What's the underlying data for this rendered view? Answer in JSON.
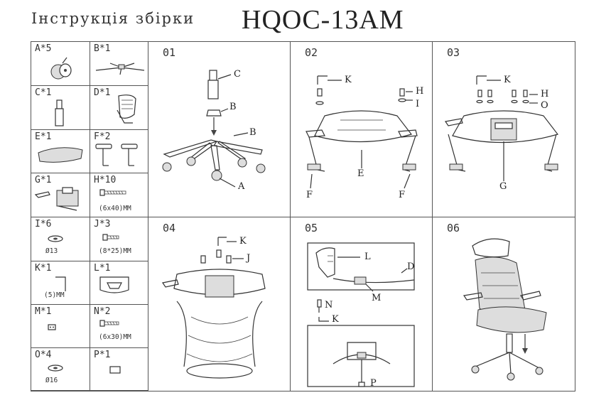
{
  "header": {
    "subtitle": "Інструкція збірки",
    "model": "HQOC-13AM"
  },
  "parts": [
    {
      "label": "A*5",
      "icon": "caster-wheel-icon"
    },
    {
      "label": "B*1",
      "icon": "star-base-icon"
    },
    {
      "label": "C*1",
      "icon": "gas-cylinder-icon"
    },
    {
      "label": "D*1",
      "icon": "backrest-icon"
    },
    {
      "label": "E*1",
      "icon": "seat-cushion-icon"
    },
    {
      "label": "F*2",
      "icon": "armrest-icon"
    },
    {
      "label": "G*1",
      "icon": "mechanism-icon"
    },
    {
      "label": "H*10",
      "sub": "(6x40)MM",
      "icon": "bolt-icon"
    },
    {
      "label": "I*6",
      "sub": "Ø13",
      "icon": "washer-icon"
    },
    {
      "label": "J*3",
      "sub": "(8*25)MM",
      "icon": "bolt-icon"
    },
    {
      "label": "K*1",
      "sub": "(5)MM",
      "icon": "allen-key-icon"
    },
    {
      "label": "L*1",
      "icon": "headrest-bracket-icon"
    },
    {
      "label": "M*1",
      "icon": "cap-icon"
    },
    {
      "label": "N*2",
      "sub": "(6x30)MM",
      "icon": "bolt-icon"
    },
    {
      "label": "O*4",
      "sub": "Ø16",
      "icon": "washer-icon"
    },
    {
      "label": "P*1",
      "icon": "cover-icon"
    }
  ],
  "steps": [
    {
      "num": "01",
      "tags": [
        "C",
        "B",
        "B",
        "A"
      ]
    },
    {
      "num": "02",
      "tags": [
        "K",
        "H",
        "I",
        "E",
        "F",
        "F"
      ]
    },
    {
      "num": "03",
      "tags": [
        "K",
        "H",
        "O",
        "G"
      ]
    },
    {
      "num": "04",
      "tags": [
        "K",
        "J"
      ]
    },
    {
      "num": "05",
      "tags": [
        "L",
        "D",
        "M",
        "N",
        "K",
        "P"
      ]
    },
    {
      "num": "06",
      "tags": []
    }
  ]
}
